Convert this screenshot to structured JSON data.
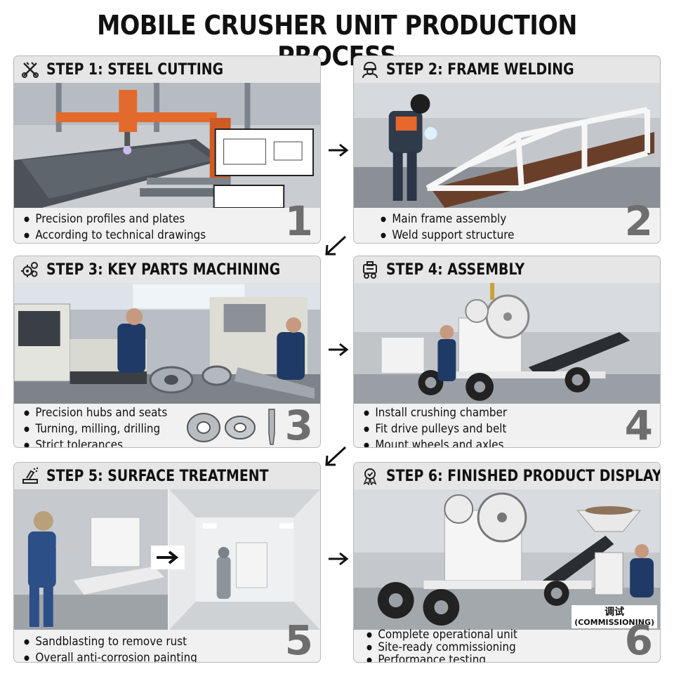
{
  "title": "MOBILE CRUSHER UNIT PRODUCTION PROCESS",
  "steps": [
    {
      "title": "STEP 1: STEEL CUTTING",
      "icon": "cutting-tools-icon",
      "bullets": [
        "Precision profiles and plates",
        "According to technical drawings"
      ],
      "number": "1"
    },
    {
      "title": "STEP 2: FRAME WELDING",
      "icon": "welder-icon",
      "bullets": [
        "Main frame assembly",
        "Weld support structure"
      ],
      "number": "2"
    },
    {
      "title": "STEP 3: KEY PARTS MACHINING",
      "icon": "gears-icon",
      "bullets": [
        "Precision hubs and seats",
        "Turning, milling, drilling",
        "Strict tolerances"
      ],
      "number": "3"
    },
    {
      "title": "STEP 4: ASSEMBLY",
      "icon": "crusher-machine-icon",
      "bullets": [
        "Install crushing chamber",
        "Fit drive pulleys and belt",
        "Mount wheels and axles"
      ],
      "number": "4"
    },
    {
      "title": "STEP 5: SURFACE TREATMENT",
      "icon": "paint-spray-icon",
      "bullets": [
        "Sandblasting to remove rust",
        "Overall anti-corrosion painting"
      ],
      "number": "5"
    },
    {
      "title": "STEP 6: FINISHED PRODUCT DISPLAY",
      "icon": "award-badge-icon",
      "bullets": [
        "Complete operational unit",
        "Site-ready commissioning",
        "Performance testing"
      ],
      "number": "6",
      "badge_cn": "调试",
      "badge_en": "(COMMISSIONING)"
    }
  ],
  "colors": {
    "panel_bg": "#f1f1f1",
    "header_bg": "#e6e6e6",
    "number": "#6e6e6e",
    "machine_white": "#f4f4f4",
    "steel_grey": "#8a8f96",
    "accent_orange": "#e8672a",
    "worker_blue": "#1f3a66"
  }
}
